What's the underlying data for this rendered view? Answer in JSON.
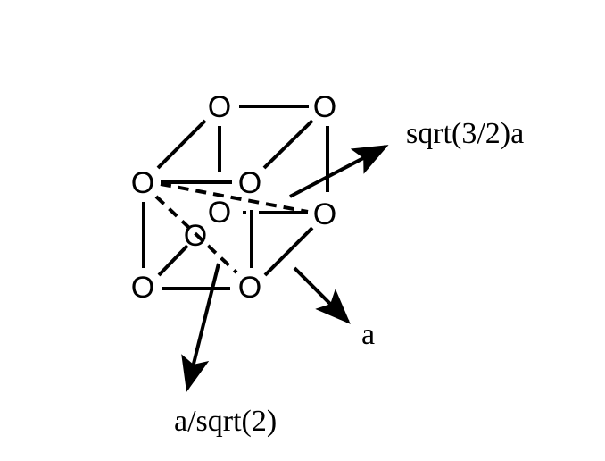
{
  "diagram": {
    "atom_label": "O",
    "labels": {
      "face_diagonal_half": "sqrt(3/2)a",
      "edge": "a",
      "diagonal": "a/sqrt(2)"
    },
    "colors": {
      "ink": "#000000",
      "background": "#ffffff"
    }
  }
}
